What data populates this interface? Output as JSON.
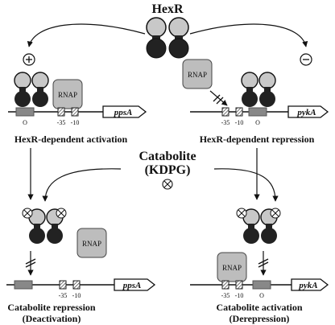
{
  "title_regulator": "HexR",
  "catabolite": {
    "line1": "Catabolite",
    "line2": "(KDPG)"
  },
  "symbols": {
    "plus": "+",
    "minus": "−",
    "times": "×"
  },
  "panels": {
    "top_left": {
      "caption": "HexR-dependent activation",
      "gene": "ppsA",
      "rnap": "RNAP",
      "operator": "O",
      "m35": "-35",
      "m10": "-10"
    },
    "top_right": {
      "caption": "HexR-dependent repression",
      "gene": "pykA",
      "rnap": "RNAP",
      "operator": "O",
      "m35": "-35",
      "m10": "-10"
    },
    "bottom_left": {
      "caption_line1": "Catabolite repression",
      "caption_line2": "(Deactivation)",
      "gene": "ppsA",
      "rnap": "RNAP",
      "m35": "-35",
      "m10": "-10"
    },
    "bottom_right": {
      "caption_line1": "Catabolite activation",
      "caption_line2": "(Derepression)",
      "gene": "pykA",
      "rnap": "RNAP",
      "operator": "O",
      "m35": "-35",
      "m10": "-10"
    }
  },
  "colors": {
    "light_subunit": "#c8c8c8",
    "dark_subunit": "#222222",
    "operator_box": "#888888",
    "rnap_fill": "#bdbdbd",
    "line": "#111111"
  }
}
